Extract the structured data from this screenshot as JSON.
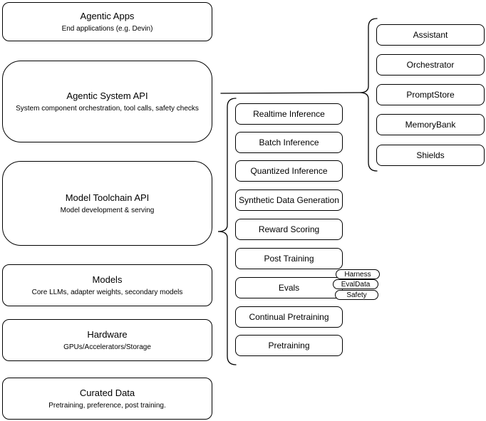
{
  "layers": [
    {
      "id": "agentic-apps",
      "title": "Agentic Apps",
      "subtitle": "End applications (e.g. Devin)"
    },
    {
      "id": "agentic-system-api",
      "title": "Agentic System API",
      "subtitle": "System component orchestration, tool calls, safety checks"
    },
    {
      "id": "model-toolchain-api",
      "title": "Model Toolchain API",
      "subtitle": "Model development & serving"
    },
    {
      "id": "models",
      "title": "Models",
      "subtitle": "Core LLMs, adapter weights, secondary models"
    },
    {
      "id": "hardware",
      "title": "Hardware",
      "subtitle": "GPUs/Accelerators/Storage"
    },
    {
      "id": "curated-data",
      "title": "Curated Data",
      "subtitle": "Pretraining, preference, post training."
    }
  ],
  "toolchain_apis": [
    "Realtime Inference",
    "Batch Inference",
    "Quantized Inference",
    "Synthetic Data Generation",
    "Reward Scoring",
    "Post Training",
    "Evals",
    "Continual Pretraining",
    "Pretraining"
  ],
  "eval_tags": [
    "Harness",
    "EvalData",
    "Safety"
  ],
  "agentic_components": [
    "Assistant",
    "Orchestrator",
    "PromptStore",
    "MemoryBank",
    "Shields"
  ],
  "colors": {
    "stroke": "#000000",
    "background": "#ffffff"
  }
}
